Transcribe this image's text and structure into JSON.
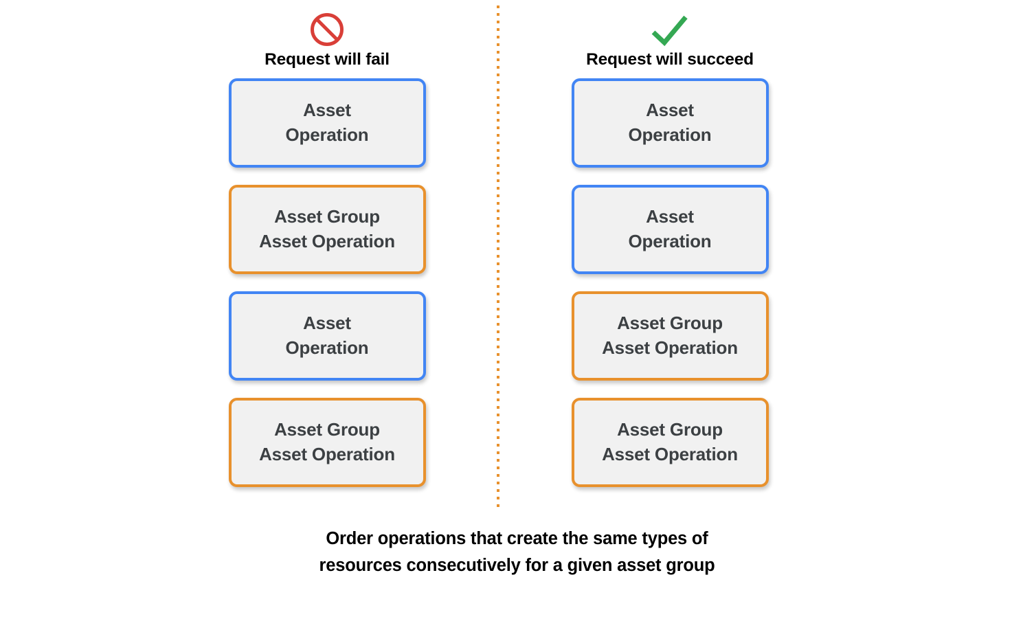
{
  "colors": {
    "blue": "#4285f4",
    "orange": "#e8912d",
    "fail_red": "#d93f38",
    "success_green": "#34a853",
    "box_fill": "#f1f1f1",
    "box_text": "#3c4043",
    "background": "#ffffff"
  },
  "columns": [
    {
      "id": "fail",
      "icon": "prohibited-icon",
      "title": "Request will fail",
      "nodes": [
        {
          "type": "asset",
          "label": "Asset\nOperation"
        },
        {
          "type": "asset-group",
          "label": "Asset Group\nAsset Operation"
        },
        {
          "type": "asset",
          "label": "Asset\nOperation"
        },
        {
          "type": "asset-group",
          "label": "Asset Group\nAsset Operation"
        }
      ]
    },
    {
      "id": "succeed",
      "icon": "checkmark-icon",
      "title": "Request will succeed",
      "nodes": [
        {
          "type": "asset",
          "label": "Asset\nOperation"
        },
        {
          "type": "asset",
          "label": "Asset\nOperation"
        },
        {
          "type": "asset-group",
          "label": "Asset Group\nAsset Operation"
        },
        {
          "type": "asset-group",
          "label": "Asset Group\nAsset Operation"
        }
      ]
    }
  ],
  "caption": "Order operations that create the same types of\nresources consecutively for a given asset group"
}
